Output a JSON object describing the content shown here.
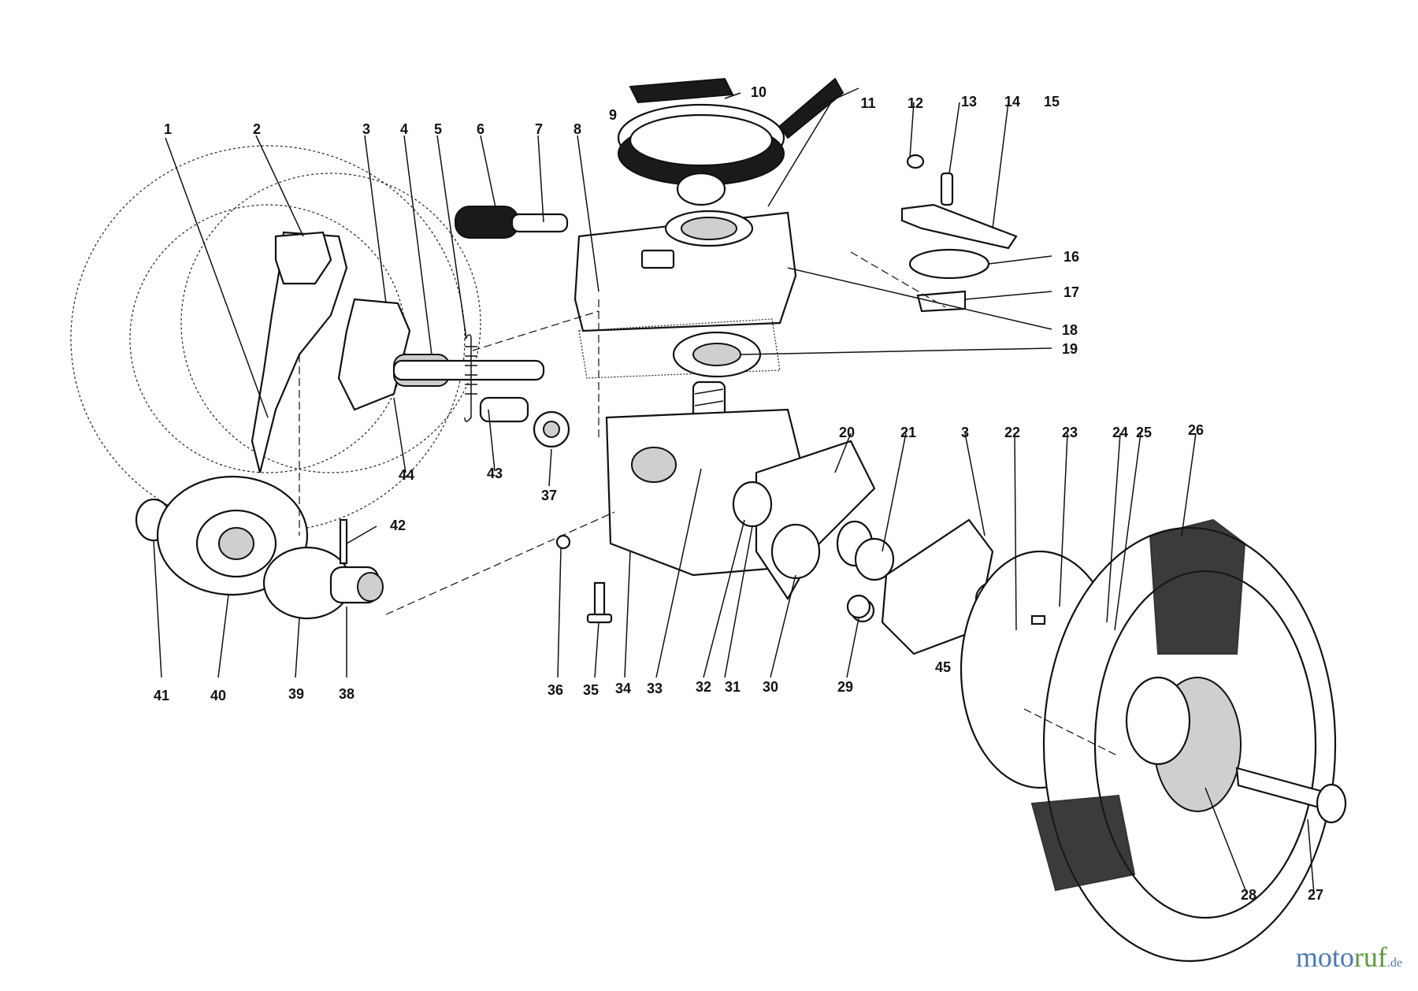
{
  "watermark": {
    "part1": "moto",
    "part2": "ruf",
    "part3": ".de"
  },
  "labels": [
    {
      "id": "1",
      "text": "1"
    },
    {
      "id": "2",
      "text": "2"
    },
    {
      "id": "3a",
      "text": "3"
    },
    {
      "id": "4",
      "text": "4"
    },
    {
      "id": "5",
      "text": "5"
    },
    {
      "id": "6",
      "text": "6"
    },
    {
      "id": "7",
      "text": "7"
    },
    {
      "id": "8",
      "text": "8"
    },
    {
      "id": "9",
      "text": "9"
    },
    {
      "id": "10",
      "text": "10"
    },
    {
      "id": "11",
      "text": "11"
    },
    {
      "id": "12",
      "text": "12"
    },
    {
      "id": "13",
      "text": "13"
    },
    {
      "id": "14",
      "text": "14"
    },
    {
      "id": "15",
      "text": "15"
    },
    {
      "id": "16",
      "text": "16"
    },
    {
      "id": "17",
      "text": "17"
    },
    {
      "id": "18",
      "text": "18"
    },
    {
      "id": "19",
      "text": "19"
    },
    {
      "id": "20",
      "text": "20"
    },
    {
      "id": "21",
      "text": "21"
    },
    {
      "id": "3b",
      "text": "3"
    },
    {
      "id": "22",
      "text": "22"
    },
    {
      "id": "23",
      "text": "23"
    },
    {
      "id": "24",
      "text": "24"
    },
    {
      "id": "25",
      "text": "25"
    },
    {
      "id": "26",
      "text": "26"
    },
    {
      "id": "27",
      "text": "27"
    },
    {
      "id": "28",
      "text": "28"
    },
    {
      "id": "29",
      "text": "29"
    },
    {
      "id": "30",
      "text": "30"
    },
    {
      "id": "31",
      "text": "31"
    },
    {
      "id": "32",
      "text": "32"
    },
    {
      "id": "33",
      "text": "33"
    },
    {
      "id": "34",
      "text": "34"
    },
    {
      "id": "35",
      "text": "35"
    },
    {
      "id": "36",
      "text": "36"
    },
    {
      "id": "37",
      "text": "37"
    },
    {
      "id": "38",
      "text": "38"
    },
    {
      "id": "39",
      "text": "39"
    },
    {
      "id": "40",
      "text": "40"
    },
    {
      "id": "41",
      "text": "41"
    },
    {
      "id": "42",
      "text": "42"
    },
    {
      "id": "43",
      "text": "43"
    },
    {
      "id": "44",
      "text": "44"
    },
    {
      "id": "45",
      "text": "45"
    }
  ]
}
